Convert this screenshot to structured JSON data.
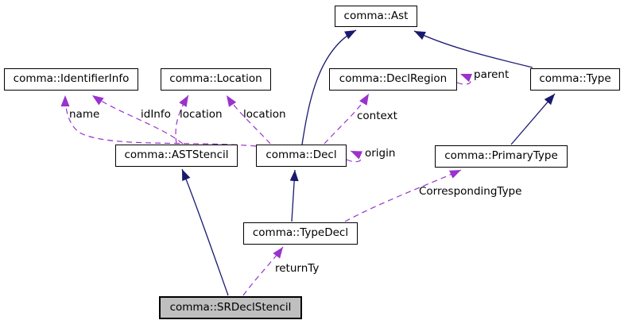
{
  "colors": {
    "inheritance_edge": "#191970",
    "usage_edge": "#9a32cd",
    "node_border": "#000000",
    "node_fill": "#ffffff",
    "highlight_fill": "#bfbfbf",
    "text": "#000000",
    "background": "#ffffff"
  },
  "nodes": [
    {
      "id": "ast",
      "label": "comma::Ast",
      "highlighted": false
    },
    {
      "id": "identifierinfo",
      "label": "comma::IdentifierInfo",
      "highlighted": false
    },
    {
      "id": "location",
      "label": "comma::Location",
      "highlighted": false
    },
    {
      "id": "declregion",
      "label": "comma::DeclRegion",
      "highlighted": false
    },
    {
      "id": "type",
      "label": "comma::Type",
      "highlighted": false
    },
    {
      "id": "aststencil",
      "label": "comma::ASTStencil",
      "highlighted": false
    },
    {
      "id": "decl",
      "label": "comma::Decl",
      "highlighted": false
    },
    {
      "id": "primarytype",
      "label": "comma::PrimaryType",
      "highlighted": false
    },
    {
      "id": "typedecl",
      "label": "comma::TypeDecl",
      "highlighted": false
    },
    {
      "id": "srdeclstencil",
      "label": "comma::SRDeclStencil",
      "highlighted": true
    }
  ],
  "edges": [
    {
      "id": "e1",
      "from": "srdeclstencil",
      "to": "aststencil",
      "type": "inheritance",
      "label": ""
    },
    {
      "id": "e2",
      "from": "typedecl",
      "to": "decl",
      "type": "inheritance",
      "label": ""
    },
    {
      "id": "e3",
      "from": "decl",
      "to": "ast",
      "type": "inheritance",
      "label": ""
    },
    {
      "id": "e4",
      "from": "type",
      "to": "ast",
      "type": "inheritance",
      "label": ""
    },
    {
      "id": "e5",
      "from": "primarytype",
      "to": "type",
      "type": "inheritance",
      "label": ""
    },
    {
      "id": "d1",
      "from": "aststencil",
      "to": "identifierinfo",
      "type": "usage",
      "label": "idInfo"
    },
    {
      "id": "d2",
      "from": "aststencil",
      "to": "location",
      "type": "usage",
      "label": "location"
    },
    {
      "id": "d3",
      "from": "decl",
      "to": "identifierinfo",
      "type": "usage",
      "label": "name"
    },
    {
      "id": "d4",
      "from": "decl",
      "to": "location",
      "type": "usage",
      "label": "location"
    },
    {
      "id": "d5",
      "from": "decl",
      "to": "declregion",
      "type": "usage",
      "label": "context"
    },
    {
      "id": "d6",
      "from": "decl",
      "to": "decl",
      "type": "usage",
      "label": "origin"
    },
    {
      "id": "d7",
      "from": "declregion",
      "to": "declregion",
      "type": "usage",
      "label": "parent"
    },
    {
      "id": "d8",
      "from": "typedecl",
      "to": "primarytype",
      "type": "usage",
      "label": "CorrespondingType"
    },
    {
      "id": "d9",
      "from": "srdeclstencil",
      "to": "typedecl",
      "type": "usage",
      "label": "returnTy"
    }
  ]
}
